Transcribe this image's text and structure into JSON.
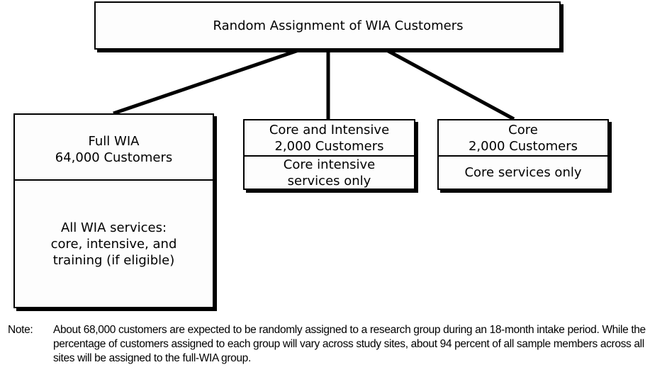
{
  "diagram": {
    "root": {
      "label": "Random Assignment of WIA Customers"
    },
    "groups": [
      {
        "name": "Full WIA",
        "count": "64,000 Customers",
        "services": [
          "All WIA services:",
          "core, intensive, and",
          "training (if eligible)"
        ]
      },
      {
        "name": "Core and Intensive",
        "count": "2,000 Customers",
        "services": [
          "Core intensive",
          "services only"
        ]
      },
      {
        "name": "Core",
        "count": "2,000 Customers",
        "services": [
          "Core services only"
        ]
      }
    ]
  },
  "note": {
    "label": "Note:",
    "text": "About 68,000 customers are expected to be randomly assigned to a research group during an 18-month intake period.  While the percentage of customers assigned to each group will vary across study sites, about 94 percent of all sample members across all sites will be assigned to the full-WIA group."
  }
}
